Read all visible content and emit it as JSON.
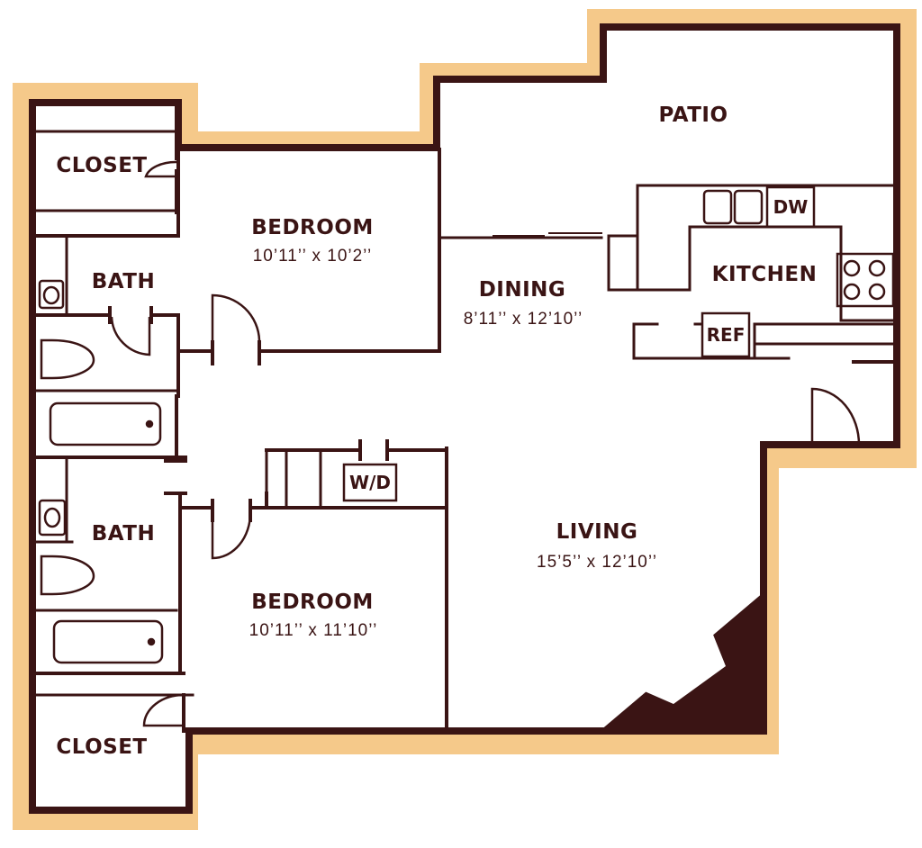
{
  "rooms": {
    "patio": "PATIO",
    "kitchen": "KITCHEN",
    "dining": {
      "name": "DINING",
      "dims": "8’11’’ x 12’10’’"
    },
    "living": {
      "name": "LIVING",
      "dims": "15’5’’ x 12’10’’"
    },
    "bedroom1": {
      "name": "BEDROOM",
      "dims": "10’11’’ x 10’2’’"
    },
    "bedroom2": {
      "name": "BEDROOM",
      "dims": "10’11’’ x 11’10’’"
    },
    "bath1": "BATH",
    "bath2": "BATH",
    "closet1": "CLOSET",
    "closet2": "CLOSET"
  },
  "fixtures": {
    "dishwasher": "DW",
    "refrigerator": "REF",
    "washer_dryer": "W/D"
  },
  "colors": {
    "wall": "#3a1414",
    "outline": "#f5c98a",
    "background": "#ffffff"
  }
}
